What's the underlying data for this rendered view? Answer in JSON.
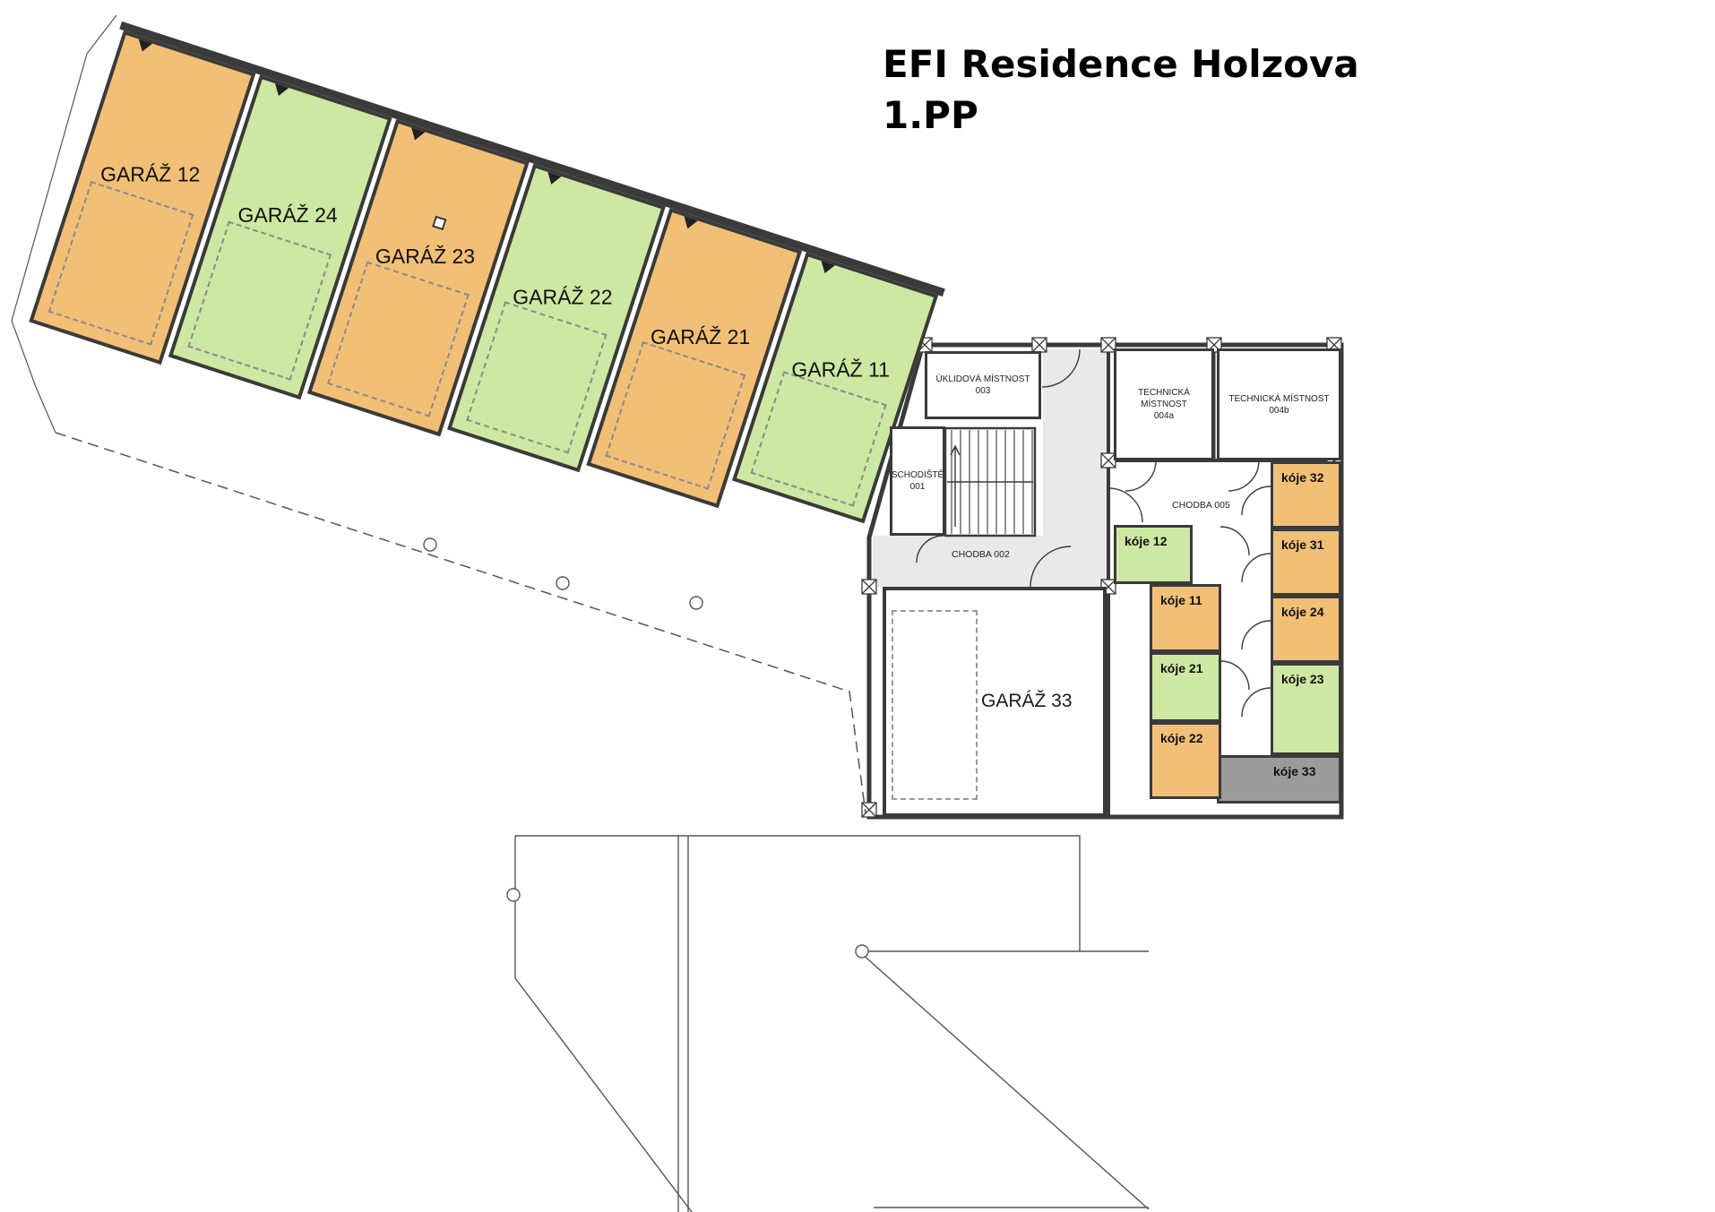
{
  "title": {
    "line1": "EFI Residence Holzova",
    "line2": "1.PP"
  },
  "colors": {
    "orange": "#f2bf76",
    "green": "#cde8a2",
    "gray": "#9b9b9b"
  },
  "garages": [
    {
      "label": "GARÁŽ 12",
      "color": "orange"
    },
    {
      "label": "GARÁŽ 24",
      "color": "green"
    },
    {
      "label": "GARÁŽ 23",
      "color": "orange"
    },
    {
      "label": "GARÁŽ 22",
      "color": "green"
    },
    {
      "label": "GARÁŽ 21",
      "color": "orange"
    },
    {
      "label": "GARÁŽ 11",
      "color": "green"
    }
  ],
  "rooms": {
    "uklidova": "ÚKLIDOVÁ MÍSTNOST 003",
    "technicka_a": {
      "name": "TECHNICKÁ MÍSTNOST",
      "number": "004a"
    },
    "technicka_b": {
      "name": "TECHNICKÁ MÍSTNOST",
      "number": "004b"
    },
    "schodiste": {
      "name": "SCHODIŠTĚ",
      "number": "001"
    },
    "chodba_002": "CHODBA 002",
    "chodba_005": "CHODBA 005",
    "garaz_33": "GARÁŽ  33"
  },
  "koje": {
    "k32": "kóje 32",
    "k31": "kóje 31",
    "k24": "kóje 24",
    "k23": "kóje 23",
    "k33": "kóje 33",
    "k12": "kóje 12",
    "k11": "kóje 11",
    "k21": "kóje 21",
    "k22": "kóje 22"
  }
}
